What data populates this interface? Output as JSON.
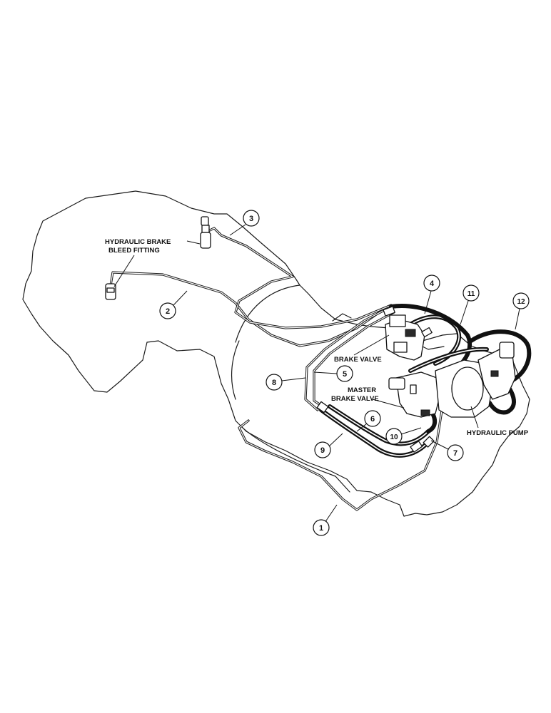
{
  "labels": {
    "bleed_fitting_line1": "HYDRAULIC BRAKE",
    "bleed_fitting_line2": "BLEED FITTING",
    "brake_valve": "BRAKE VALVE",
    "master_brake_valve_line1": "MASTER",
    "master_brake_valve_line2": "BRAKE VALVE",
    "hydraulic_pump": "HYDRAULIC PUMP"
  },
  "callouts": [
    "1",
    "2",
    "3",
    "4",
    "5",
    "6",
    "7",
    "8",
    "9",
    "10",
    "11",
    "12"
  ]
}
